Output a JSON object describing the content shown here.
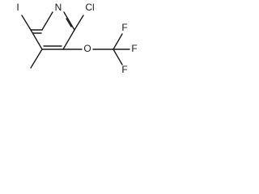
{
  "molecule": {
    "atoms": {
      "iodine": "I",
      "nitrogen": "N",
      "chlorine": "Cl",
      "oxygen": "O",
      "fluorine_top": "F",
      "fluorine_right": "F",
      "fluorine_bottom": "F"
    }
  }
}
